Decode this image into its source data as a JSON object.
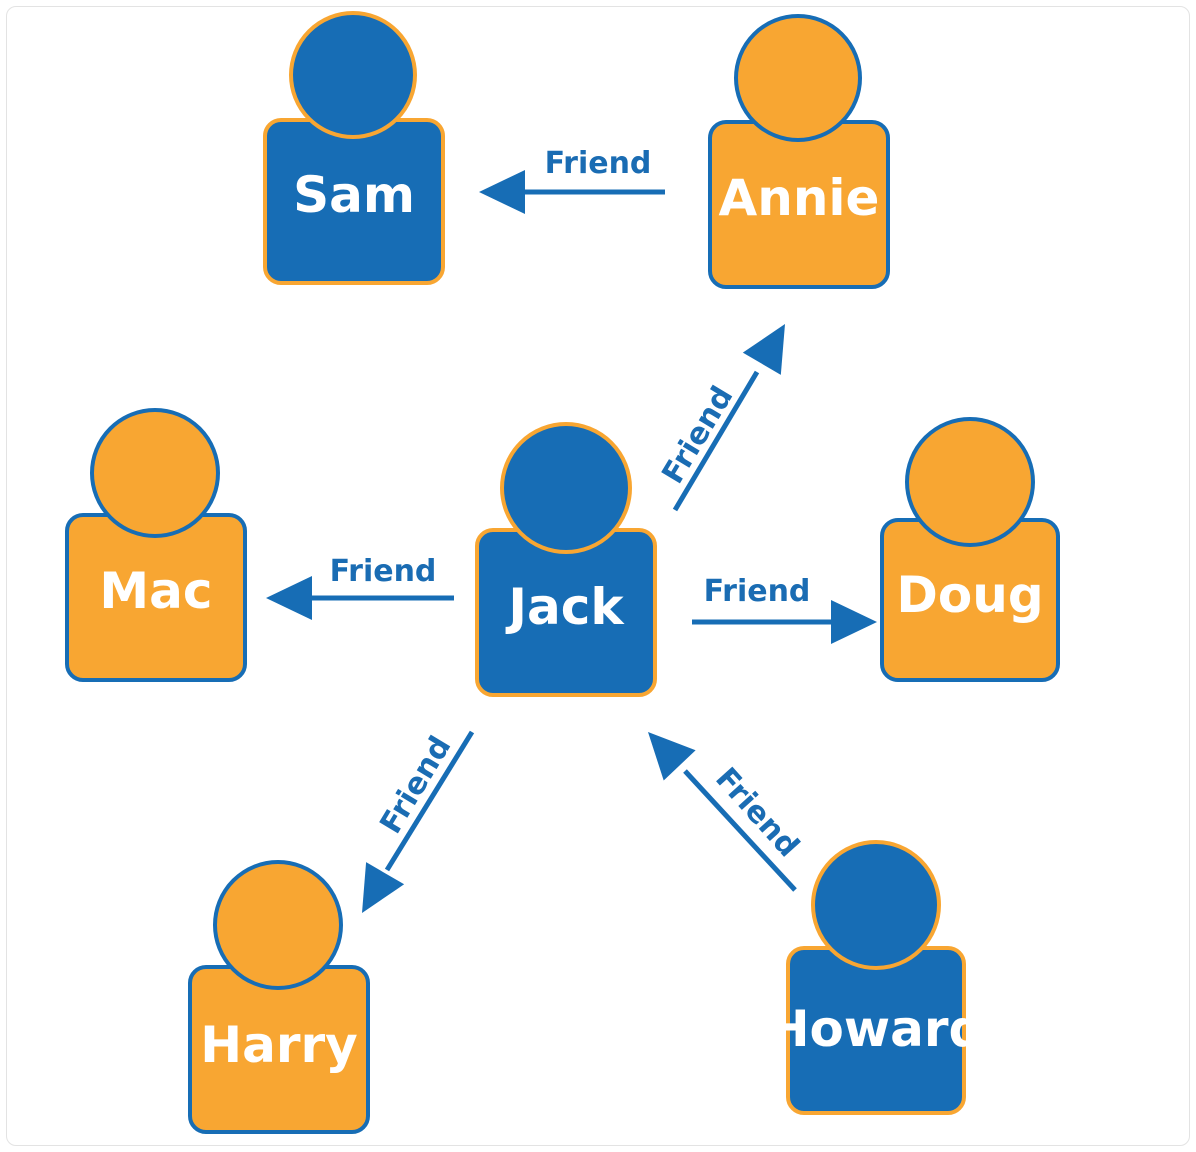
{
  "colors": {
    "blue": "#176db5",
    "orange": "#f8a632",
    "text_on_node": "#ffffff"
  },
  "nodes": [
    {
      "id": "sam",
      "label": "Sam",
      "body_color": "blue",
      "head_color": "blue"
    },
    {
      "id": "annie",
      "label": "Annie",
      "body_color": "orange",
      "head_color": "orange"
    },
    {
      "id": "mac",
      "label": "Mac",
      "body_color": "orange",
      "head_color": "orange"
    },
    {
      "id": "jack",
      "label": "Jack",
      "body_color": "blue",
      "head_color": "blue"
    },
    {
      "id": "doug",
      "label": "Doug",
      "body_color": "orange",
      "head_color": "orange"
    },
    {
      "id": "harry",
      "label": "Harry",
      "body_color": "orange",
      "head_color": "orange"
    },
    {
      "id": "howard",
      "label": "Howard",
      "body_color": "blue",
      "head_color": "blue"
    }
  ],
  "edges": [
    {
      "id": "annie-sam",
      "from": "annie",
      "to": "sam",
      "label": "Friend"
    },
    {
      "id": "jack-annie",
      "from": "jack",
      "to": "annie",
      "label": "Friend"
    },
    {
      "id": "jack-mac",
      "from": "jack",
      "to": "mac",
      "label": "Friend"
    },
    {
      "id": "jack-doug",
      "from": "jack",
      "to": "doug",
      "label": "Friend"
    },
    {
      "id": "jack-harry",
      "from": "jack",
      "to": "harry",
      "label": "Friend"
    },
    {
      "id": "howard-jack",
      "from": "howard",
      "to": "jack",
      "label": "Friend"
    }
  ]
}
